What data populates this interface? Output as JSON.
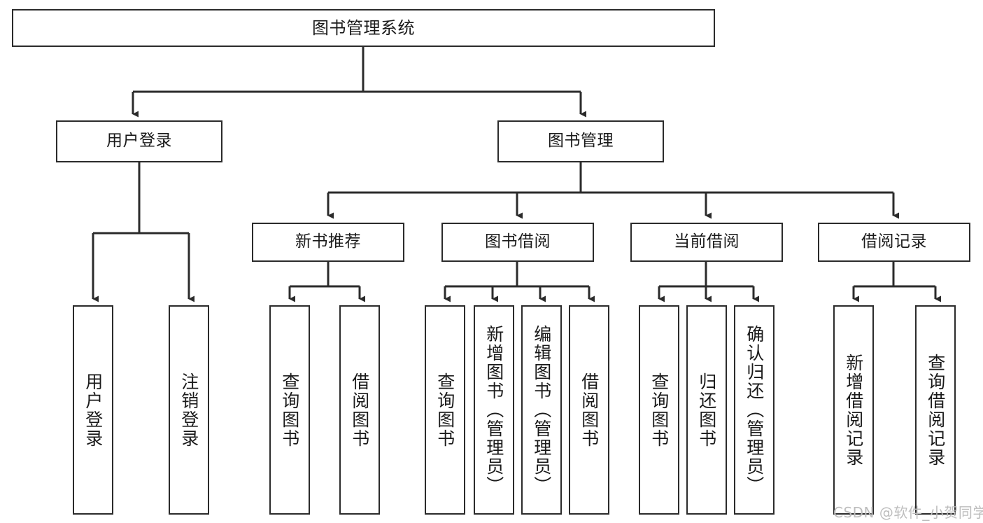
{
  "diagram": {
    "title": "图书管理系统",
    "type": "tree-hierarchy-chart",
    "background_color": "#ffffff",
    "line_color": "#2b2b2b",
    "box_border_color": "#2b2b2b",
    "text_color": "#1a1a1a"
  },
  "nodes": {
    "root": {
      "label": "图书管理系统",
      "orientation": "horizontal"
    },
    "level2": [
      {
        "id": "user-login",
        "label": "用户登录",
        "orientation": "horizontal"
      },
      {
        "id": "book-management",
        "label": "图书管理",
        "orientation": "horizontal"
      }
    ],
    "level3": [
      {
        "id": "new-book-recommend",
        "label": "新书推荐",
        "orientation": "horizontal"
      },
      {
        "id": "book-borrow",
        "label": "图书借阅",
        "orientation": "horizontal"
      },
      {
        "id": "current-borrow",
        "label": "当前借阅",
        "orientation": "horizontal"
      },
      {
        "id": "borrow-record",
        "label": "借阅记录",
        "orientation": "horizontal"
      }
    ],
    "leaves": [
      {
        "id": "leaf-user-login",
        "parent": "user-login",
        "label": "用户登录",
        "orientation": "vertical"
      },
      {
        "id": "leaf-logout",
        "parent": "user-login",
        "label": "注销登录",
        "orientation": "vertical"
      },
      {
        "id": "leaf-query-book-1",
        "parent": "new-book-recommend",
        "label": "查询图书",
        "orientation": "vertical"
      },
      {
        "id": "leaf-borrow-book-1",
        "parent": "new-book-recommend",
        "label": "借阅图书",
        "orientation": "vertical"
      },
      {
        "id": "leaf-query-book-2",
        "parent": "book-borrow",
        "label": "查询图书",
        "orientation": "vertical"
      },
      {
        "id": "leaf-add-book",
        "parent": "book-borrow",
        "label": "新增图书（管理员）",
        "orientation": "vertical"
      },
      {
        "id": "leaf-edit-book",
        "parent": "book-borrow",
        "label": "编辑图书（管理员）",
        "orientation": "vertical"
      },
      {
        "id": "leaf-borrow-book-2",
        "parent": "book-borrow",
        "label": "借阅图书",
        "orientation": "vertical"
      },
      {
        "id": "leaf-query-book-3",
        "parent": "current-borrow",
        "label": "查询图书",
        "orientation": "vertical"
      },
      {
        "id": "leaf-return-book",
        "parent": "current-borrow",
        "label": "归还图书",
        "orientation": "vertical"
      },
      {
        "id": "leaf-confirm-return",
        "parent": "current-borrow",
        "label": "确认归还（管理员）",
        "orientation": "vertical"
      },
      {
        "id": "leaf-add-record",
        "parent": "borrow-record",
        "label": "新增借阅记录",
        "orientation": "vertical"
      },
      {
        "id": "leaf-query-record",
        "parent": "borrow-record",
        "label": "查询借阅记录",
        "orientation": "vertical"
      }
    ]
  },
  "watermark": {
    "text": "CSDN @软件_小贺同学"
  }
}
